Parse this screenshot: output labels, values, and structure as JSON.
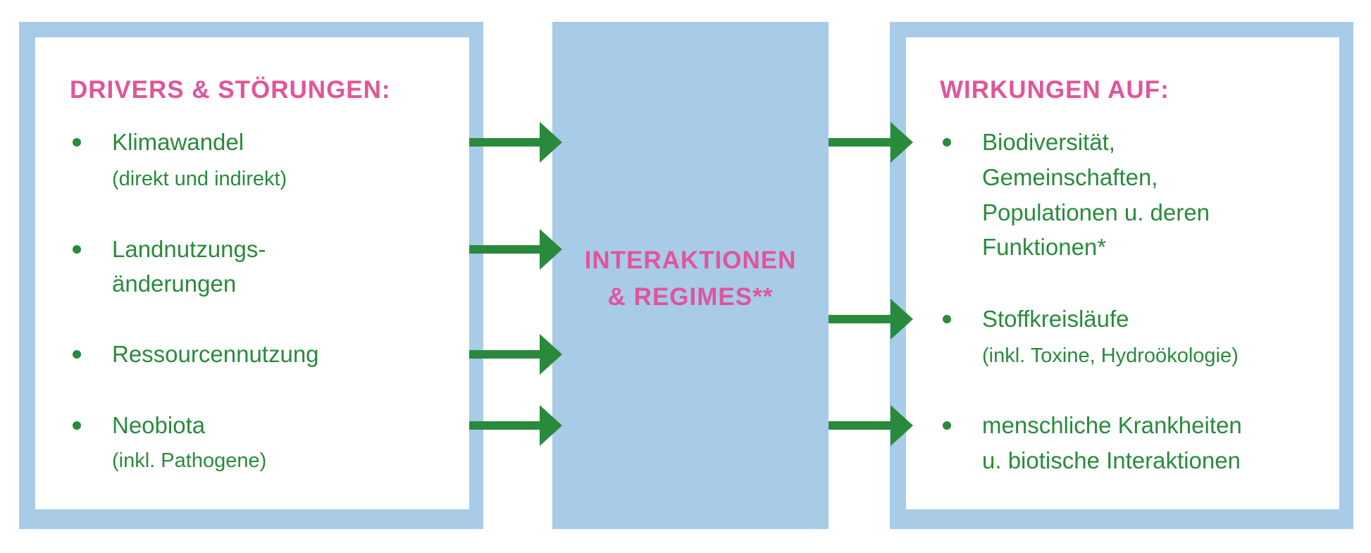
{
  "colors": {
    "frame": "#a8cbe8",
    "text_green": "#2a8a3c",
    "heading_pink": "#e0559a",
    "arrow": "#2a8a3c"
  },
  "left": {
    "heading": "DRIVERS & STÖRUNGEN:",
    "items": [
      {
        "lines": [
          "Klimawandel"
        ],
        "sub": "(direkt und indirekt)"
      },
      {
        "lines": [
          "Landnutzungs-",
          "änderungen"
        ],
        "sub": null
      },
      {
        "lines": [
          "Ressourcennutzung"
        ],
        "sub": null
      },
      {
        "lines": [
          "Neobiota"
        ],
        "sub": "(inkl. Pathogene)"
      }
    ]
  },
  "center": {
    "lines": [
      "INTERAKTIONEN",
      "& REGIMES**"
    ]
  },
  "right": {
    "heading": "WIRKUNGEN AUF:",
    "items": [
      {
        "lines": [
          "Biodiversität,",
          "Gemeinschaften,",
          "Populationen u. deren",
          "Funktionen*"
        ],
        "sub": null
      },
      {
        "lines": [
          "Stoffkreisläufe"
        ],
        "sub": "(inkl. Toxine, Hydroökologie)"
      },
      {
        "lines": [
          "menschliche Krankheiten",
          "u. biotische Interaktionen"
        ],
        "sub": null
      }
    ]
  }
}
